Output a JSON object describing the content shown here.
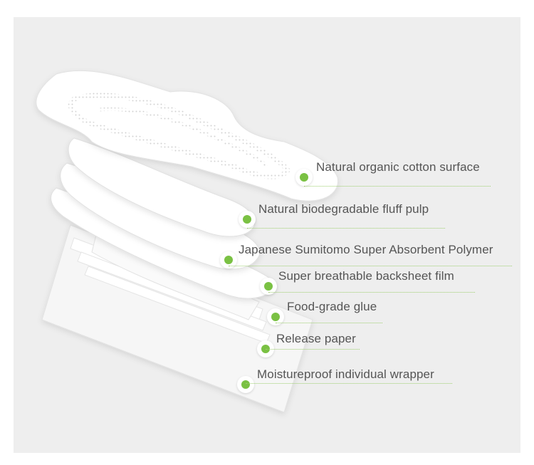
{
  "diagram": {
    "layers": [
      {
        "label": "Natural organic cotton surface",
        "icon": "green-dot-icon"
      },
      {
        "label": "Natural biodegradable fluff pulp",
        "icon": "green-dot-icon"
      },
      {
        "label": "Japanese Sumitomo Super Absorbent Polymer",
        "icon": "green-dot-icon"
      },
      {
        "label": "Super breathable backsheet film",
        "icon": "green-dot-icon"
      },
      {
        "label": "Food-grade glue",
        "icon": "green-dot-icon"
      },
      {
        "label": "Release paper",
        "icon": "green-dot-icon"
      },
      {
        "label": "Moistureproof individual wrapper",
        "icon": "green-dot-icon"
      }
    ],
    "colors": {
      "accent": "#7ac143",
      "text": "#555555",
      "background": "#eeeeee"
    }
  }
}
